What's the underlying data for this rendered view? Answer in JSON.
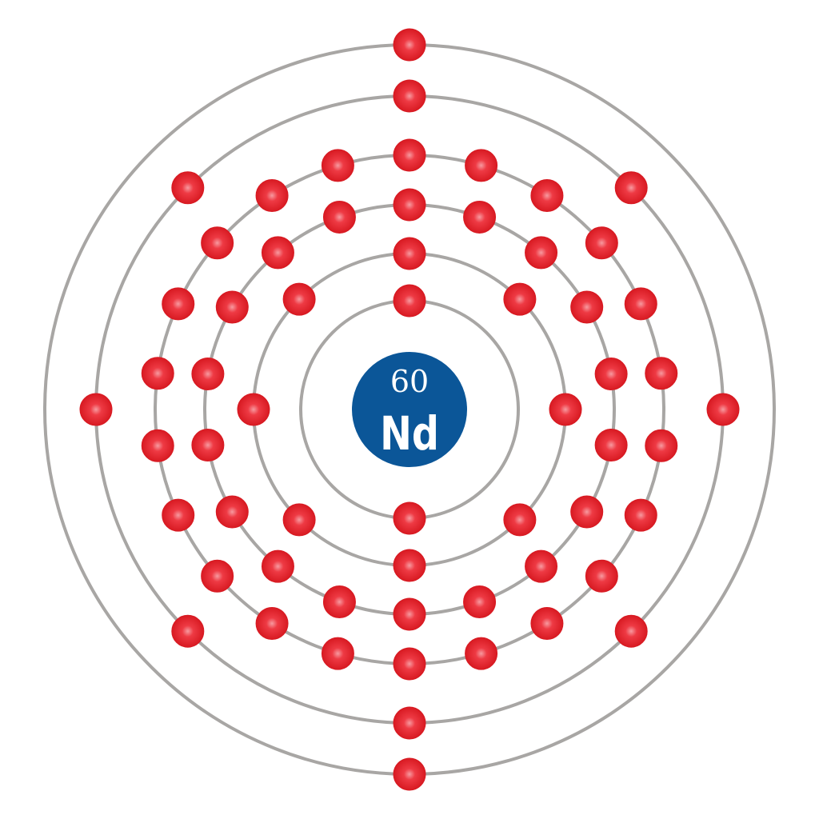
{
  "element": {
    "atomic_number": "60",
    "symbol": "Nd"
  },
  "shells": [
    {
      "electrons": 2
    },
    {
      "electrons": 8
    },
    {
      "electrons": 18
    },
    {
      "electrons": 22
    },
    {
      "electrons": 8
    },
    {
      "electrons": 2
    }
  ],
  "colors": {
    "nucleus": "#0b5698",
    "electron": "#e0222b",
    "shell_ring": "#a8a6a4",
    "text": "#ffffff"
  }
}
